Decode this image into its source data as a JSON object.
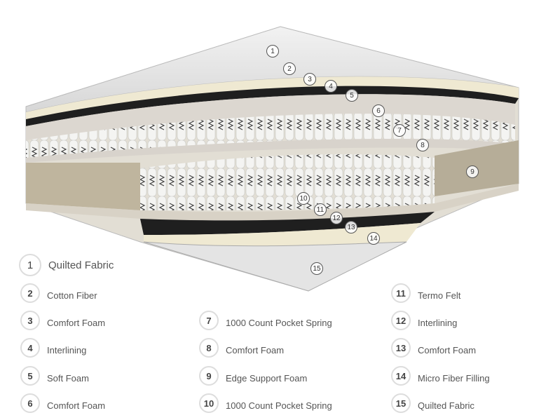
{
  "title": "Mattress layer diagram",
  "layers": [
    {
      "number": "1",
      "label": "Quilted Fabric"
    },
    {
      "number": "2",
      "label": "Cotton Fiber"
    },
    {
      "number": "3",
      "label": "Comfort Foam"
    },
    {
      "number": "4",
      "label": "Interlining"
    },
    {
      "number": "5",
      "label": "Soft Foam"
    },
    {
      "number": "6",
      "label": "Comfort Foam"
    },
    {
      "number": "7",
      "label": "1000 Count Pocket Spring"
    },
    {
      "number": "8",
      "label": "Comfort Foam"
    },
    {
      "number": "9",
      "label": "Edge Support Foam"
    },
    {
      "number": "10",
      "label": "1000 Count Pocket Spring"
    },
    {
      "number": "11",
      "label": "Termo Felt"
    },
    {
      "number": "12",
      "label": "Interlining"
    },
    {
      "number": "13",
      "label": "Comfort Foam"
    },
    {
      "number": "14",
      "label": "Micro Fiber Filling"
    },
    {
      "number": "15",
      "label": "Quilted Fabric"
    }
  ]
}
